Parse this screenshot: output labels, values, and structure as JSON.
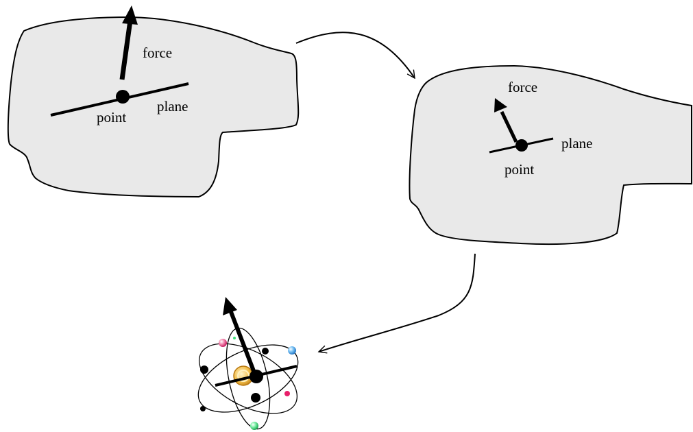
{
  "diagram": {
    "blob_large": {
      "force_label": "force",
      "plane_label": "plane",
      "point_label": "point"
    },
    "blob_small": {
      "force_label": "force",
      "plane_label": "plane",
      "point_label": "point"
    },
    "atom": {
      "electron_colors": [
        "#e0457b",
        "#3d9be9",
        "#3fe07a",
        "#e8206a"
      ],
      "nucleus_color": "#e9a51f"
    },
    "colors": {
      "region_fill": "#e9e9e9",
      "outline": "#000000"
    }
  }
}
